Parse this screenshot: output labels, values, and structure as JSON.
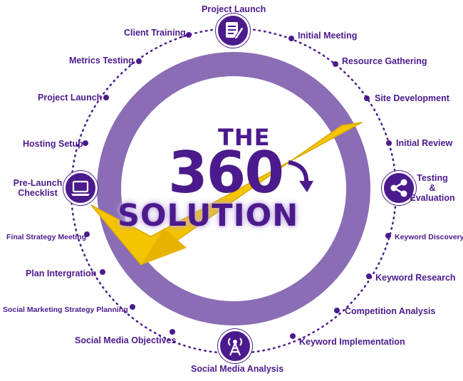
{
  "center": {
    "line1": "THE",
    "line2": "360",
    "line3": "SOLUTION"
  },
  "steps": [
    {
      "label": "Project Launch"
    },
    {
      "label": "Initial Meeting"
    },
    {
      "label": "Resource Gathering"
    },
    {
      "label": "Site Development"
    },
    {
      "label": "Initial Review"
    },
    {
      "label": "Testing\n&\nEvaluation"
    },
    {
      "label": "Keyword Discovery"
    },
    {
      "label": "Keyword Research"
    },
    {
      "label": "Competition Analysis"
    },
    {
      "label": "Keyword Implementation"
    },
    {
      "label": "Social Media Analysis"
    },
    {
      "label": "Social Media Objectives"
    },
    {
      "label": "Social Marketing Strategy Planning"
    },
    {
      "label": "Plan Intergration"
    },
    {
      "label": "Final Strategy Meeting"
    },
    {
      "label": "Pre-Launch\nChecklist"
    },
    {
      "label": "Hosting Setup"
    },
    {
      "label": "Project Launch"
    },
    {
      "label": "Metrics Testing"
    },
    {
      "label": "Client Training"
    }
  ],
  "icons": {
    "top": "document-pen-icon",
    "right": "share-icon",
    "bottom": "broadcast-tower-icon",
    "left": "laptop-icon"
  },
  "colors": {
    "primary": "#4b1a8c",
    "ring": "#8a6db5",
    "check": "#f5c400"
  }
}
